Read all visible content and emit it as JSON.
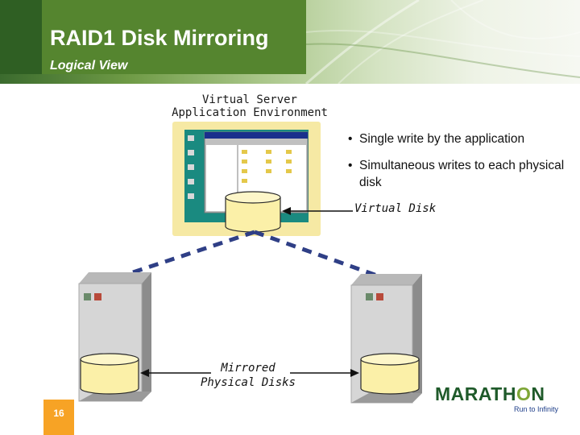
{
  "header": {
    "title": "RAID1 Disk Mirroring",
    "subtitle": "Logical View"
  },
  "environment": {
    "line1": "Virtual Server",
    "line2": "Application Environment"
  },
  "bullets": [
    "Single write by the application",
    "Simultaneous writes to each physical disk"
  ],
  "bullet_marker": "•",
  "labels": {
    "virtual_disk": "Virtual Disk",
    "mirrored_line1": "Mirrored",
    "mirrored_line2": "Physical Disks"
  },
  "footer": {
    "page_number": "16",
    "logo_text_before": "MARATH",
    "logo_text_o": "O",
    "logo_text_after": "N",
    "logo_tagline": "Run to Infinity"
  },
  "colors": {
    "header_green": "#55852f",
    "disk_fill": "#fbf0a8",
    "frame_yellow": "#f6e9a4",
    "dashed_link": "#2f3f86",
    "page_tab": "#f7a325",
    "logo_green": "#1f5a2a"
  }
}
